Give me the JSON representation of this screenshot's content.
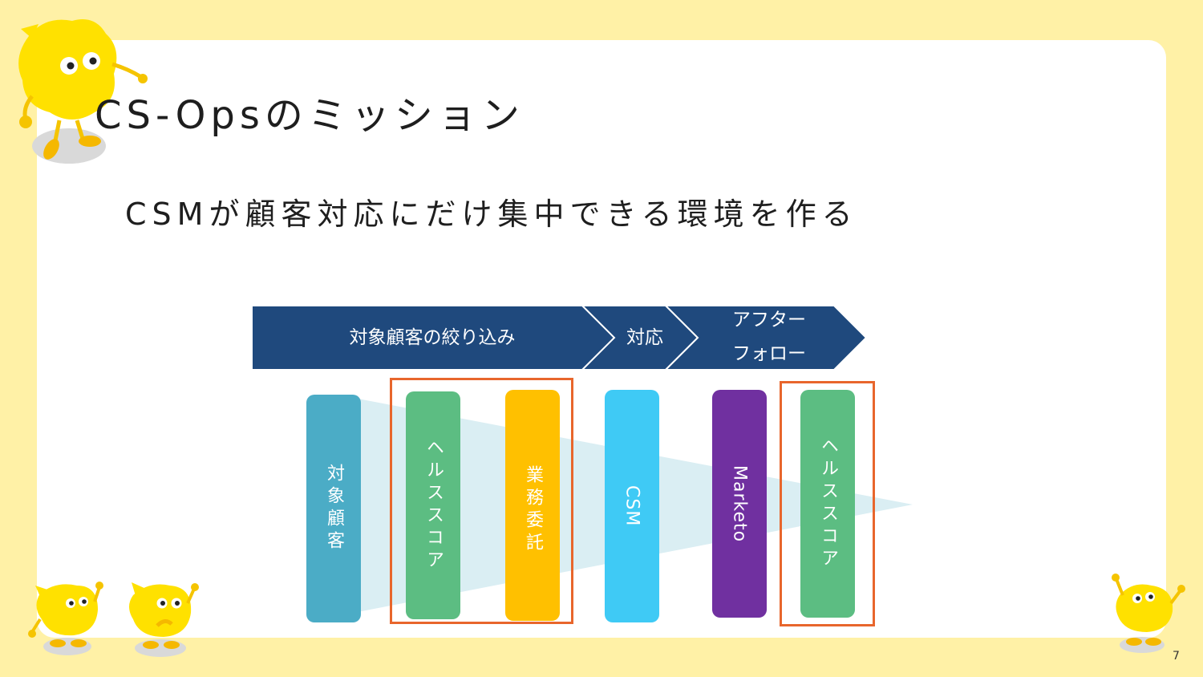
{
  "slide": {
    "title": "CS-Opsのミッション",
    "subtitle": "CSMが顧客対応にだけ集中できる環境を作る",
    "page_number": "7"
  },
  "process": {
    "stages": [
      {
        "label": "対象顧客の絞り込み"
      },
      {
        "label": "対応"
      },
      {
        "label_line1": "アフター",
        "label_line2": "フォロー"
      }
    ],
    "arrow_color": "#1f497d"
  },
  "bars": [
    {
      "label": "対象顧客",
      "color": "#4bacc6"
    },
    {
      "label": "ヘルススコア",
      "color": "#5cbd82"
    },
    {
      "label": "業務委託",
      "color": "#ffc000"
    },
    {
      "label": "CSM",
      "color": "#3fcaf5"
    },
    {
      "label": "Marketo",
      "color": "#7030a0"
    },
    {
      "label": "ヘルススコア",
      "color": "#5cbd82"
    }
  ],
  "colors": {
    "background": "#fff1a6",
    "highlight": "#e8662c",
    "funnel": "#daeef3"
  },
  "icons": [
    "mascot-icon"
  ]
}
